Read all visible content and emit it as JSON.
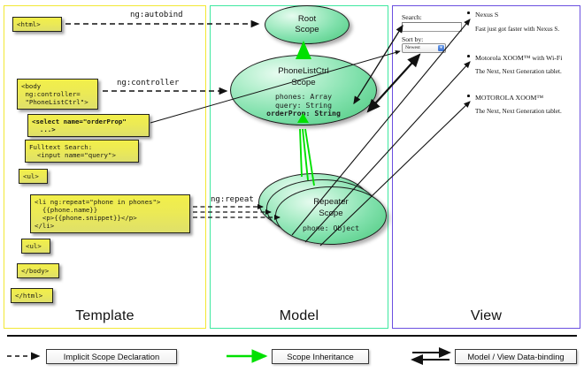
{
  "columns": [
    {
      "key": "template",
      "label": "Template"
    },
    {
      "key": "model",
      "label": "Model"
    },
    {
      "key": "view",
      "label": "View"
    }
  ],
  "colors": {
    "template_border": "#f2e834",
    "model_border": "#3fe8a0",
    "view_border": "#6b4fe0",
    "code_fill": "#ecea55",
    "scope_fill": "#7fe0ab",
    "inheritance_arrow": "#00e000",
    "text": "#111111"
  },
  "template": {
    "blocks": [
      {
        "id": "html-open",
        "text": "<html>"
      },
      {
        "id": "body-open",
        "text": "<body\n ng:controller=\n \"PhoneListCtrl\">"
      },
      {
        "id": "select",
        "text": "<select name=\"orderProp\"\n  ...>",
        "bold": true
      },
      {
        "id": "fulltext",
        "text": "Fulltext Search:\n  <input name=\"query\">"
      },
      {
        "id": "ul-open",
        "text": "<ul>"
      },
      {
        "id": "li-repeat",
        "text": "<li ng:repeat=\"phone in phones\">\n  {{phone.name}}\n  <p>{{phone.snippet}}</p>\n</li>"
      },
      {
        "id": "ul-close",
        "text": "<ul>"
      },
      {
        "id": "body-close",
        "text": "</body>"
      },
      {
        "id": "html-close",
        "text": "</html>"
      }
    ]
  },
  "edge_labels": [
    {
      "id": "ng-autobind",
      "text": "ng:autobind"
    },
    {
      "id": "ng-controller",
      "text": "ng:controller"
    },
    {
      "id": "ng-repeat",
      "text": "ng:repeat"
    }
  ],
  "model": {
    "scopes": [
      {
        "id": "root-scope",
        "line1": "Root",
        "line2": "Scope",
        "props": ""
      },
      {
        "id": "phonelistctrl-scope",
        "line1": "PhoneListCtrl",
        "line2": "Scope",
        "props": "phones: Array\nquery: String",
        "props_bold": "orderProp: String"
      },
      {
        "id": "repeater-scope",
        "line1": "Repeater",
        "line2": "Scope",
        "props": "phone: Object"
      }
    ]
  },
  "view": {
    "search_label": "Search:",
    "search_value": "",
    "sort_label": "Sort by:",
    "sort_selected": "Newest",
    "phones": [
      {
        "name": "Nexus S",
        "snippet": "Fast just got faster with Nexus S."
      },
      {
        "name": "Motorola XOOM™  with Wi-Fi",
        "snippet": "The Next, Next Generation tablet."
      },
      {
        "name": "MOTOROLA XOOM™",
        "snippet": "The Next, Next Generation tablet."
      }
    ]
  },
  "legend": [
    {
      "id": "implicit-scope-declaration",
      "label": "Implicit Scope Declaration",
      "arrow": "dashed-black"
    },
    {
      "id": "scope-inheritance",
      "label": "Scope Inheritance",
      "arrow": "solid-green"
    },
    {
      "id": "model-view-data-binding",
      "label": "Model / View Data-binding",
      "arrow": "double-black"
    }
  ]
}
